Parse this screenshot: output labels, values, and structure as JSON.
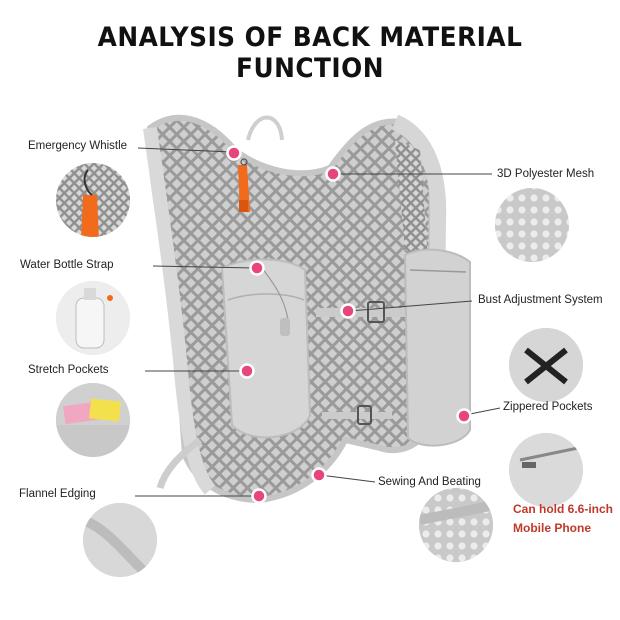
{
  "title": "ANALYSIS OF BACK MATERIAL FUNCTION",
  "labels": {
    "emergency_whistle": "Emergency Whistle",
    "water_bottle_strap": "Water Bottle Strap",
    "stretch_pockets": "Stretch Pockets",
    "flannel_edging": "Flannel Edging",
    "polyester_mesh": "3D Polyester Mesh",
    "bust_adjustment": "Bust Adjustment System",
    "zippered_pockets": "Zippered Pockets",
    "sewing_beating": "Sewing And Beating",
    "phone_line1": "Can hold 6.6-inch",
    "phone_line2": "Mobile Phone"
  },
  "colors": {
    "marker": "#e8447e",
    "whistle": "#f26a1b",
    "vest": "#d4d4d4",
    "mesh": "#9e9e9e",
    "highlight_text": "#c0392b"
  },
  "thumbnails": {
    "left": [
      "whistle-thumbnail",
      "bottle-thumbnail",
      "pocket-thumbnail",
      "edging-thumbnail"
    ],
    "right": [
      "mesh-thumbnail",
      "buckle-thumbnail",
      "zipper-thumbnail",
      "stitching-thumbnail"
    ]
  }
}
